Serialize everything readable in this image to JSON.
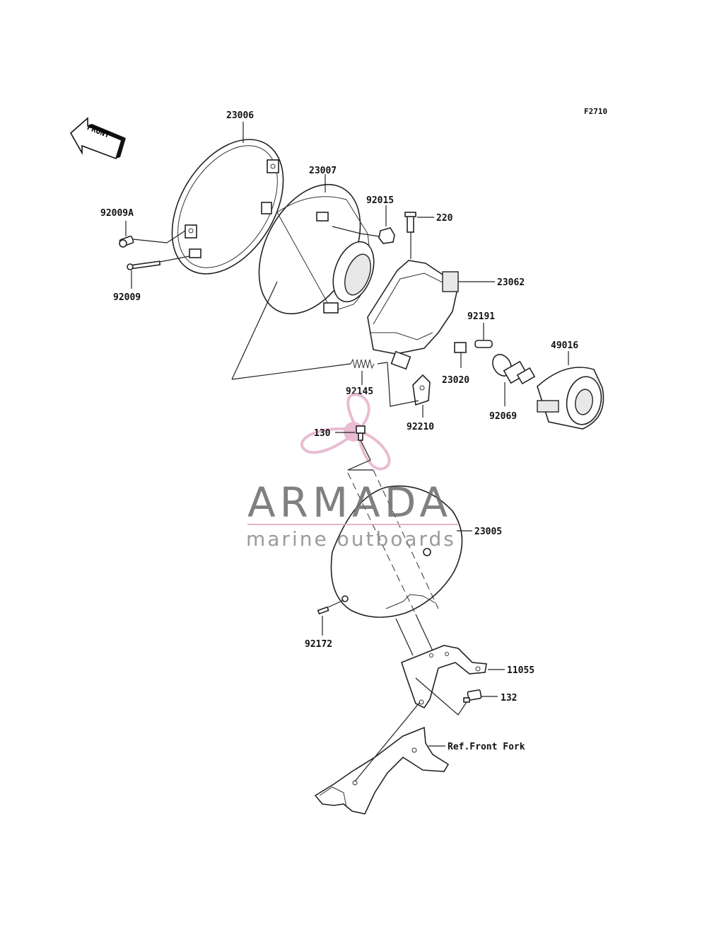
{
  "diagram_code": "F2710",
  "front_arrow_label": "FRONT",
  "watermark": {
    "brand": "ARMADA",
    "tagline": "marine outboards",
    "accent_color": "#e2a6c4",
    "text_color": "#6b6b6b"
  },
  "parts": {
    "p23006": "23006",
    "p23007": "23007",
    "p92015": "92015",
    "p220": "220",
    "p92009A": "92009A",
    "p92009": "92009",
    "p23062": "23062",
    "p92191": "92191",
    "p49016": "49016",
    "p23020": "23020",
    "p92145": "92145",
    "p92069": "92069",
    "p92210": "92210",
    "p130": "130",
    "p23005": "23005",
    "p92172": "92172",
    "p11055": "11055",
    "p132": "132",
    "ref_front_fork": "Ref.Front Fork"
  }
}
